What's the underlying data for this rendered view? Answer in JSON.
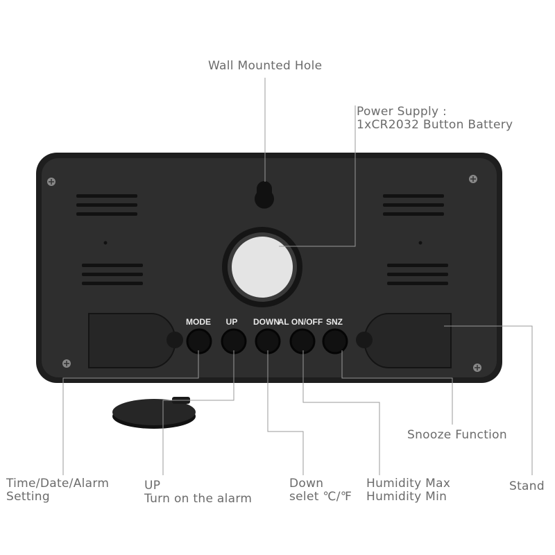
{
  "callouts": {
    "wall_hole": "Wall Mounted Hole",
    "power_line1": "Power Supply :",
    "power_line2": "1xCR2032 Button Battery",
    "mode_line1": "Time/Date/Alarm",
    "mode_line2": "Setting",
    "up_line1": "UP",
    "up_line2": "Turn on the alarm",
    "down_line1": "Down",
    "down_line2": "selet ℃/℉",
    "humidity_line1": "Humidity Max",
    "humidity_line2": "Humidity Min",
    "snooze": "Snooze Function",
    "stand": "Stand"
  },
  "buttons": [
    "MODE",
    "UP",
    "DOWN",
    "AL ON/OFF",
    "SNZ"
  ],
  "colors": {
    "device": "#2b2b2b",
    "callout_text": "#6b6b6b",
    "callout_line": "#9a9a9a",
    "battery": "#e4e4e4"
  }
}
